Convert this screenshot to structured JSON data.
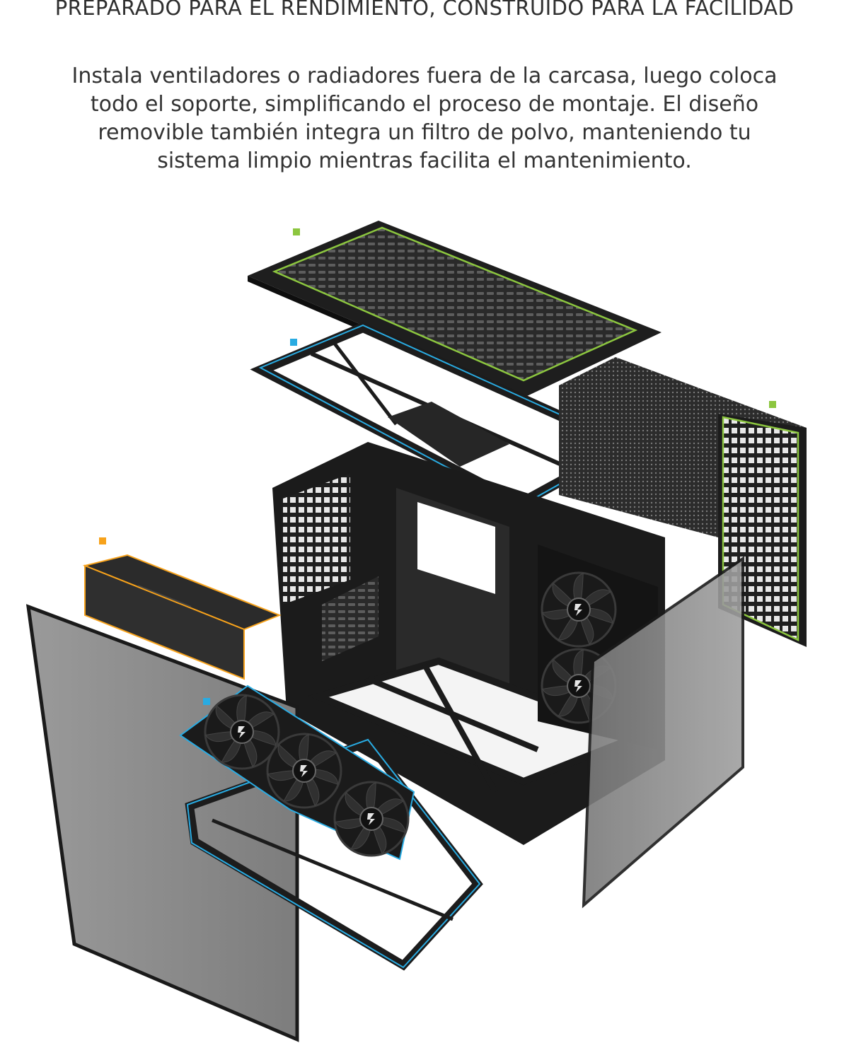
{
  "headline": "PREPARADO PARA EL RENDIMIENTO, CONSTRUIDO PARA LA FACILIDAD",
  "description_lines": [
    "Instala ventiladores o radiadores fuera de la carcasa, luego coloca",
    "todo el soporte, simplificando el proceso de montaje. El diseño",
    "removible también integra un filtro de polvo, manteniendo tu",
    "sistema limpio mientras facilita el mantenimiento."
  ],
  "colors": {
    "green_marker": "#8cc63f",
    "blue_marker": "#29abe2",
    "orange_marker": "#f7a21b",
    "case_black": "#1b1b1b",
    "glass": "#8e8e8e"
  },
  "icons": [
    "fan-icon"
  ]
}
